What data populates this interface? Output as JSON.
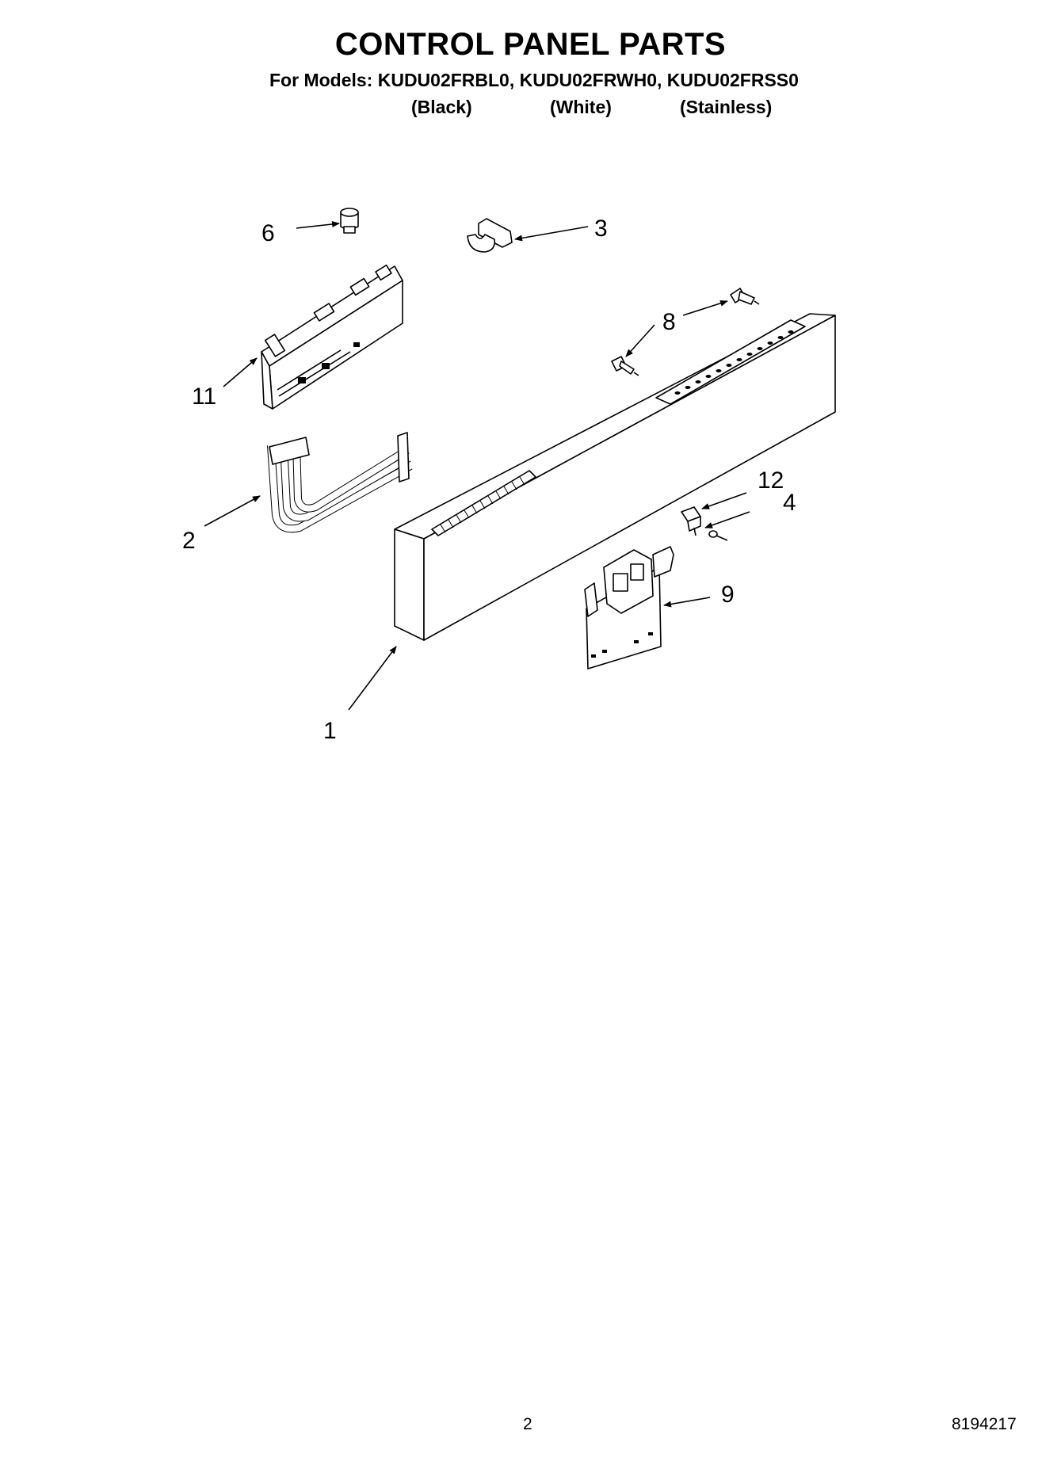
{
  "header": {
    "title": "CONTROL PANEL PARTS",
    "models_line": "For Models: KUDU02FRBL0, KUDU02FRWH0, KUDU02FRSS0",
    "variants": [
      "(Black)",
      "(White)",
      "(Stainless)"
    ]
  },
  "callouts": [
    "1",
    "2",
    "3",
    "4",
    "6",
    "8",
    "9",
    "11",
    "12"
  ],
  "footer": {
    "page_number": "2",
    "document_number": "8194217"
  }
}
